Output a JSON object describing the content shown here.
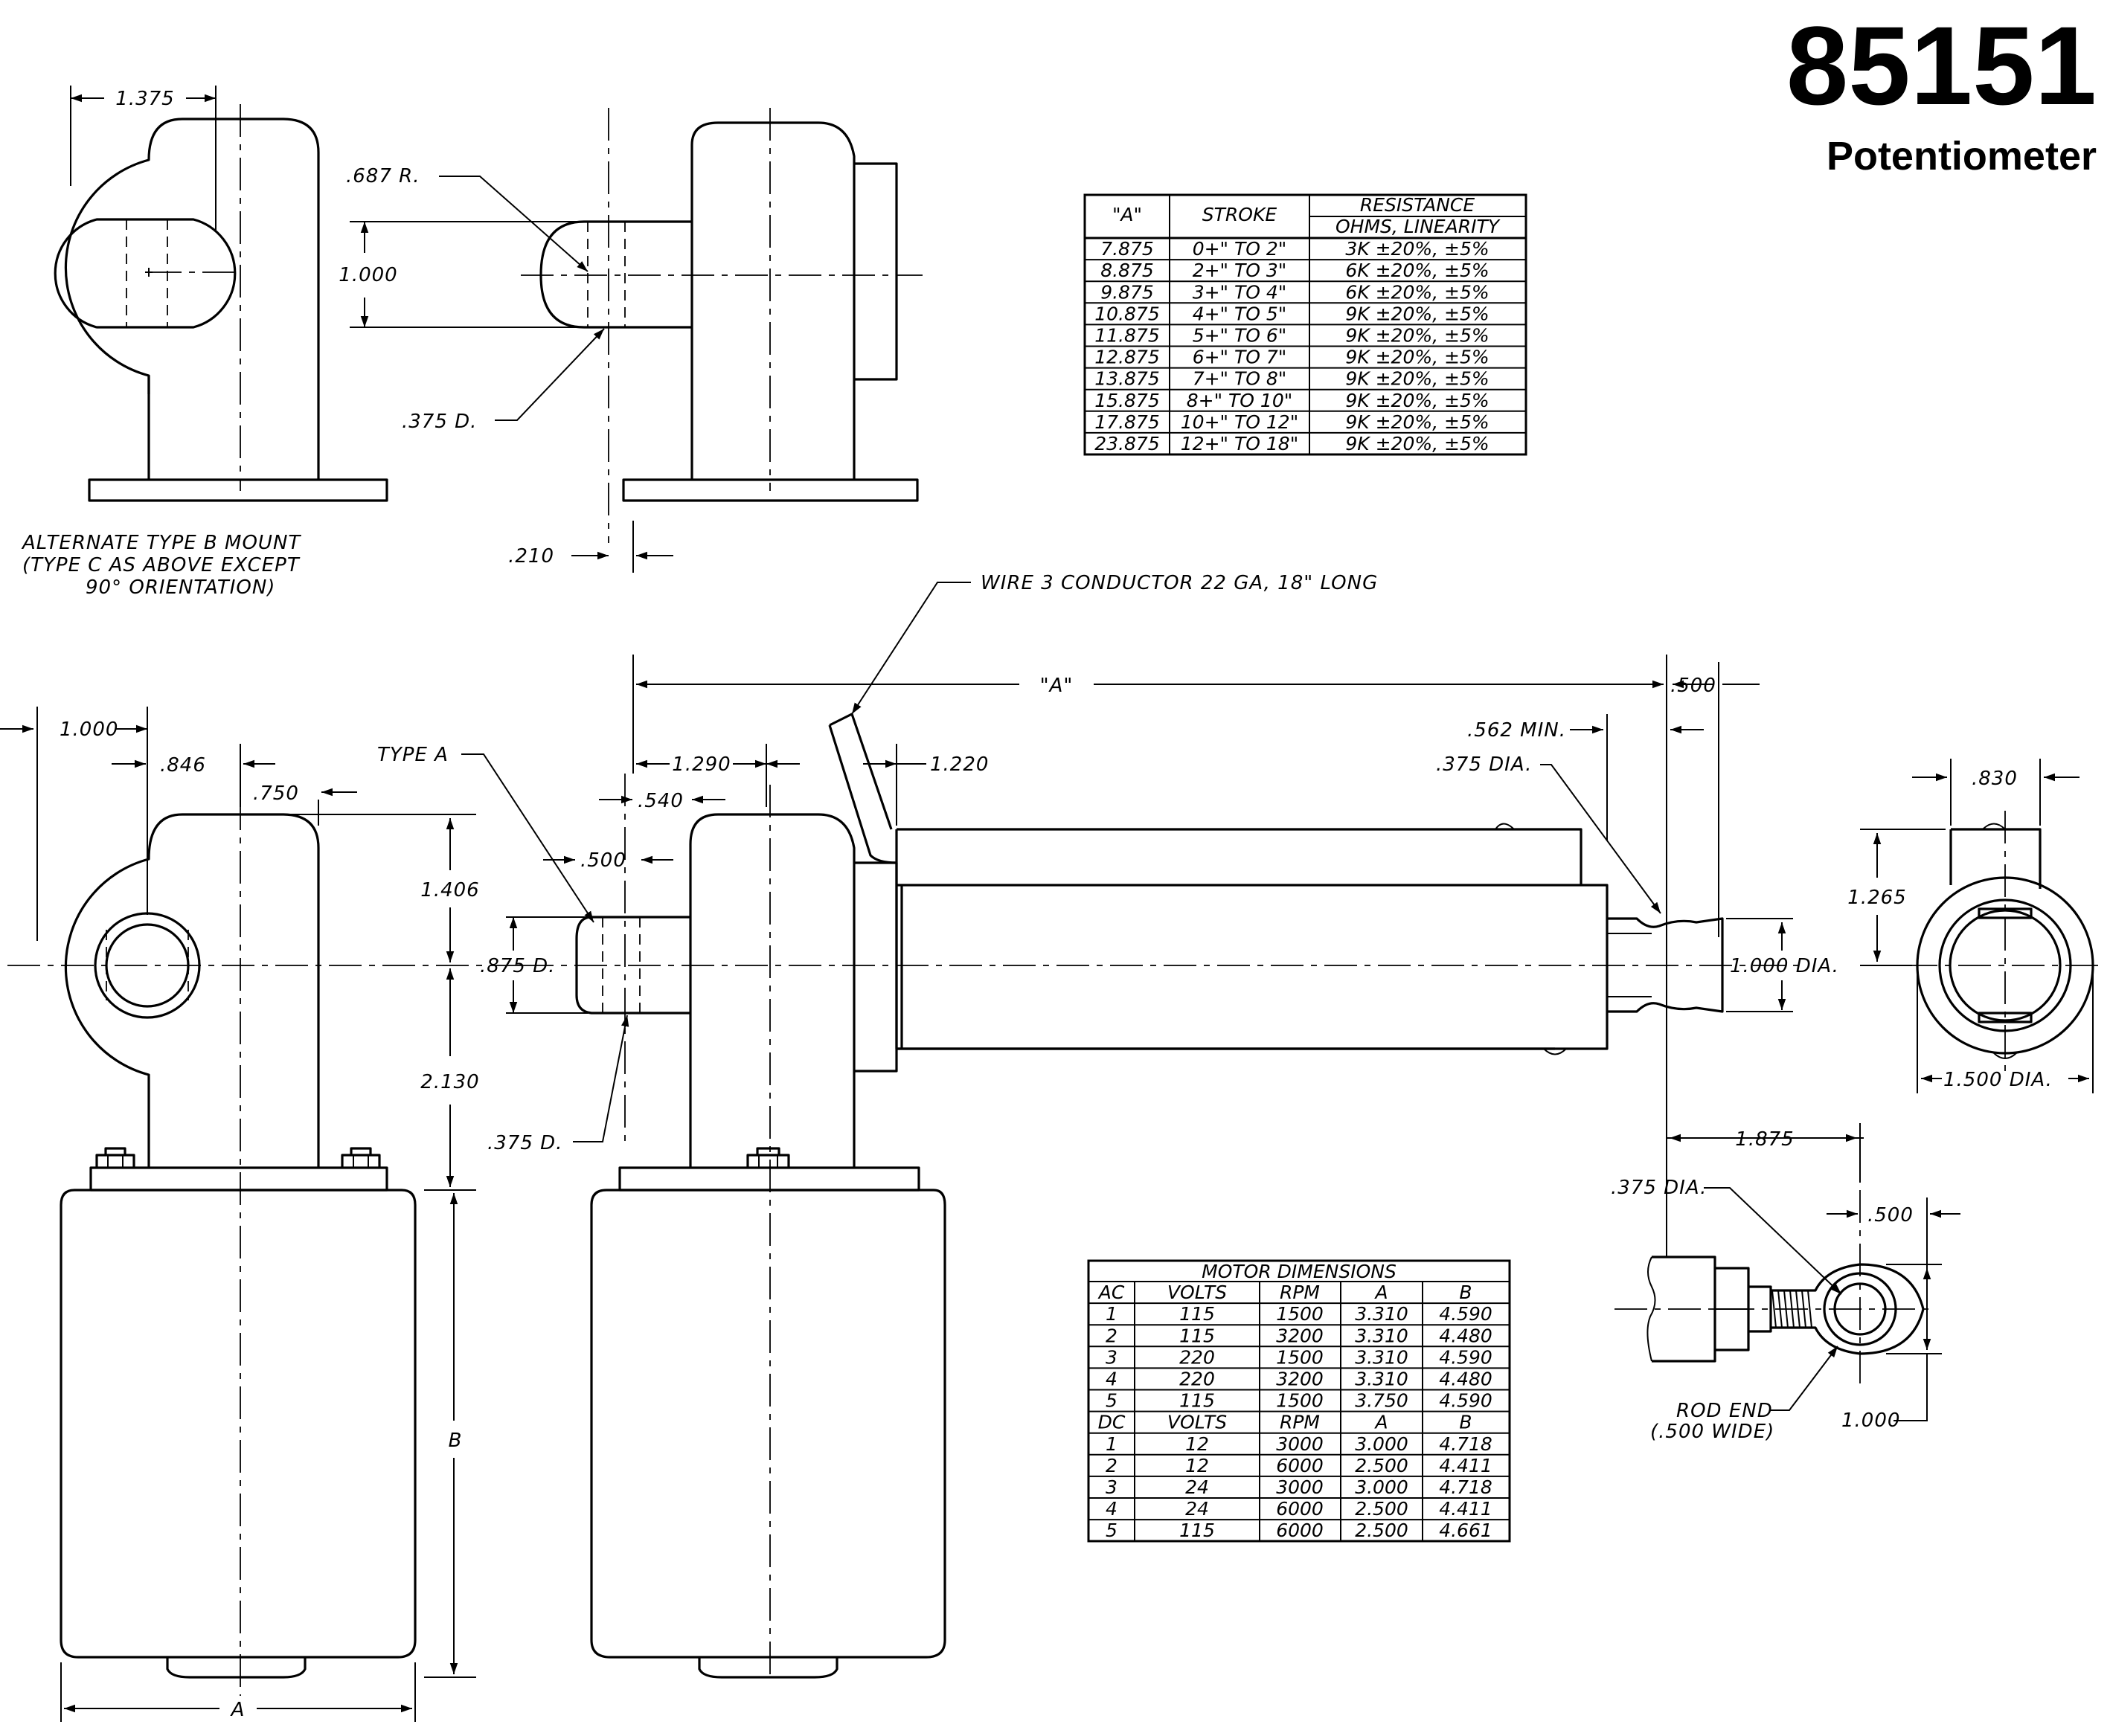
{
  "title": {
    "part_number": "85151",
    "subtitle": "Potentiometer"
  },
  "notes": {
    "alternate_mount": [
      "ALTERNATE TYPE B MOUNT",
      "(TYPE C AS ABOVE EXCEPT",
      "90° ORIENTATION)"
    ],
    "wire": "WIRE 3 CONDUCTOR 22 GA, 18\" LONG",
    "type_a": "TYPE A",
    "rod_end": [
      "ROD END",
      "(.500 WIDE)"
    ]
  },
  "dimensions": {
    "d1375": "1.375",
    "r687": ".687 R.",
    "d1000_top": "1.000",
    "d375_top": ".375 D.",
    "d210": ".210",
    "d1000_left": "1.000",
    "d846": ".846",
    "d750": ".750",
    "d1406": "1.406",
    "d2130": "2.130",
    "dB": "B",
    "dA_bottom": "A",
    "d1290": "1.290",
    "d540": ".540",
    "d500_type": ".500",
    "d875": ".875 D.",
    "d375_mid": ".375 D.",
    "d1220": "1.220",
    "dA_stroke": "\"A\"",
    "d500_end": ".500",
    "d562": ".562 MIN.",
    "d375_dia": ".375 DIA.",
    "d1000_dia": "1.000 DIA.",
    "d830": ".830",
    "d1265": "1.265",
    "d1500_dia": "1.500 DIA.",
    "d1875": "1.875",
    "d375_dia_rod": ".375 DIA.",
    "d500_rod": ".500",
    "d1000_rod": "1.000"
  },
  "resistance_table": {
    "headers": {
      "a": "\"A\"",
      "stroke": "STROKE",
      "resistance": "RESISTANCE",
      "sub": "OHMS, LINEARITY"
    },
    "rows": [
      [
        "7.875",
        "0+\" TO 2\"",
        "3K ±20%, ±5%"
      ],
      [
        "8.875",
        "2+\" TO 3\"",
        "6K ±20%, ±5%"
      ],
      [
        "9.875",
        "3+\" TO 4\"",
        "6K ±20%, ±5%"
      ],
      [
        "10.875",
        "4+\" TO 5\"",
        "9K ±20%, ±5%"
      ],
      [
        "11.875",
        "5+\" TO 6\"",
        "9K ±20%, ±5%"
      ],
      [
        "12.875",
        "6+\" TO 7\"",
        "9K ±20%, ±5%"
      ],
      [
        "13.875",
        "7+\" TO 8\"",
        "9K ±20%, ±5%"
      ],
      [
        "15.875",
        "8+\" TO 10\"",
        "9K ±20%, ±5%"
      ],
      [
        "17.875",
        "10+\" TO 12\"",
        "9K ±20%, ±5%"
      ],
      [
        "23.875",
        "12+\" TO 18\"",
        "9K ±20%, ±5%"
      ]
    ]
  },
  "motor_table": {
    "title": "MOTOR DIMENSIONS",
    "ac_header": [
      "AC",
      "VOLTS",
      "RPM",
      "A",
      "B"
    ],
    "ac_rows": [
      [
        "1",
        "115",
        "1500",
        "3.310",
        "4.590"
      ],
      [
        "2",
        "115",
        "3200",
        "3.310",
        "4.480"
      ],
      [
        "3",
        "220",
        "1500",
        "3.310",
        "4.590"
      ],
      [
        "4",
        "220",
        "3200",
        "3.310",
        "4.480"
      ],
      [
        "5",
        "115",
        "1500",
        "3.750",
        "4.590"
      ]
    ],
    "dc_header": [
      "DC",
      "VOLTS",
      "RPM",
      "A",
      "B"
    ],
    "dc_rows": [
      [
        "1",
        "12",
        "3000",
        "3.000",
        "4.718"
      ],
      [
        "2",
        "12",
        "6000",
        "2.500",
        "4.411"
      ],
      [
        "3",
        "24",
        "3000",
        "3.000",
        "4.718"
      ],
      [
        "4",
        "24",
        "6000",
        "2.500",
        "4.411"
      ],
      [
        "5",
        "115",
        "6000",
        "2.500",
        "4.661"
      ]
    ]
  }
}
